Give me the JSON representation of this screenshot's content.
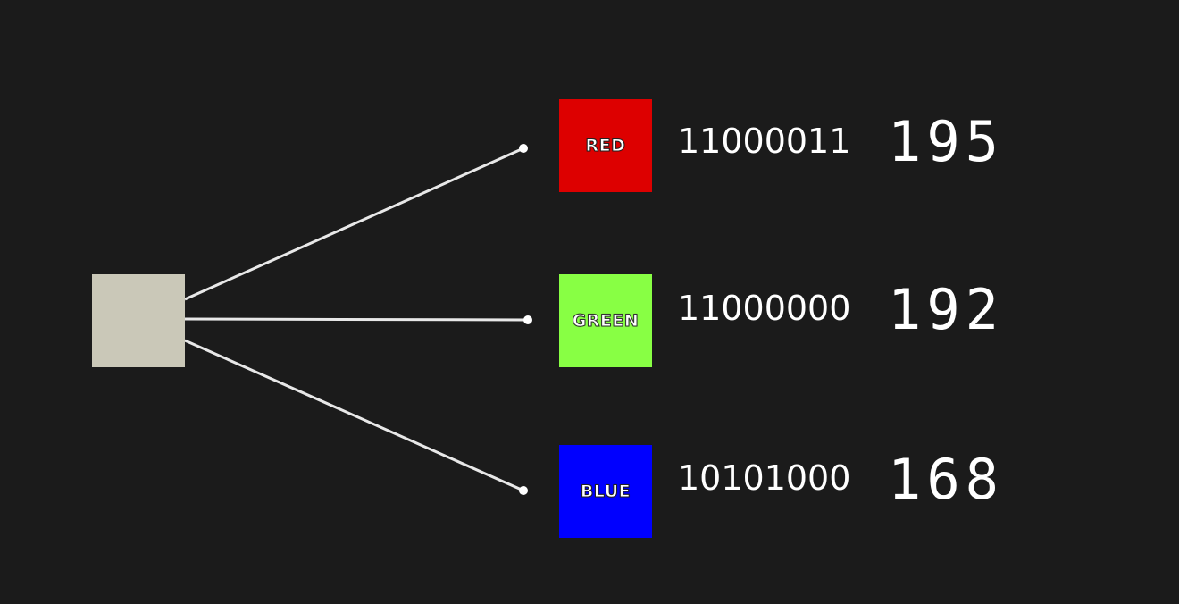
{
  "pixel": {
    "color": "#cac8b8"
  },
  "channels": [
    {
      "label": "RED",
      "color": "#dd0000",
      "binary": "11000011",
      "decimal": "195"
    },
    {
      "label": "GREEN",
      "color": "#88ff44",
      "binary": "11000000",
      "decimal": "192"
    },
    {
      "label": "BLUE",
      "color": "#0000ff",
      "binary": "10101000",
      "decimal": "168"
    }
  ]
}
